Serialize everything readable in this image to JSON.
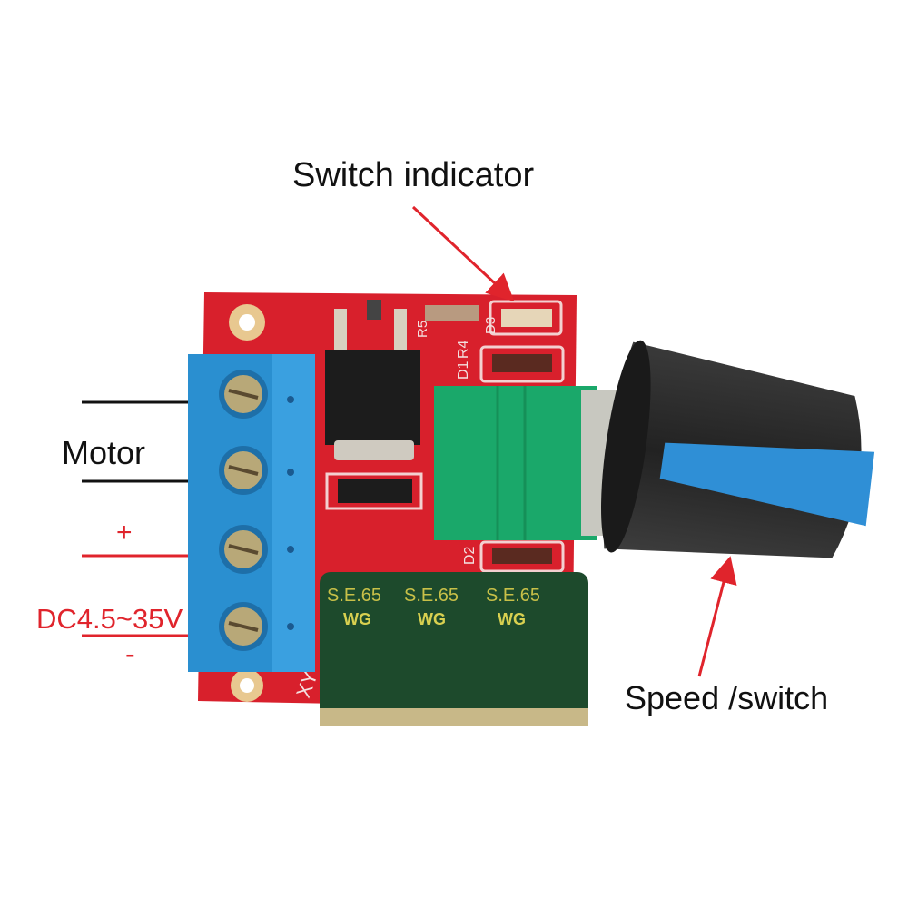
{
  "labels": {
    "switch_indicator": "Switch indicator",
    "motor": "Motor",
    "plus": "+",
    "voltage": "DC4.5~35V",
    "minus": "-",
    "speed_switch": "Speed /switch"
  },
  "board_markings": {
    "d1": "D1",
    "r4": "R4",
    "d3": "D3",
    "r5": "R5",
    "d2": "D2",
    "logo": "XY",
    "capacitor_brand": "S.E.65",
    "capacitor_series": "WG"
  },
  "colors": {
    "pcb": "#d8202c",
    "terminal_block": "#2a8fd0",
    "potentiometer": "#1aa86a",
    "capacitor": "#1d4a2c",
    "knob": "#2a2a2a",
    "knob_stripe": "#2f8fd6",
    "annotation_red": "#e0242c"
  }
}
